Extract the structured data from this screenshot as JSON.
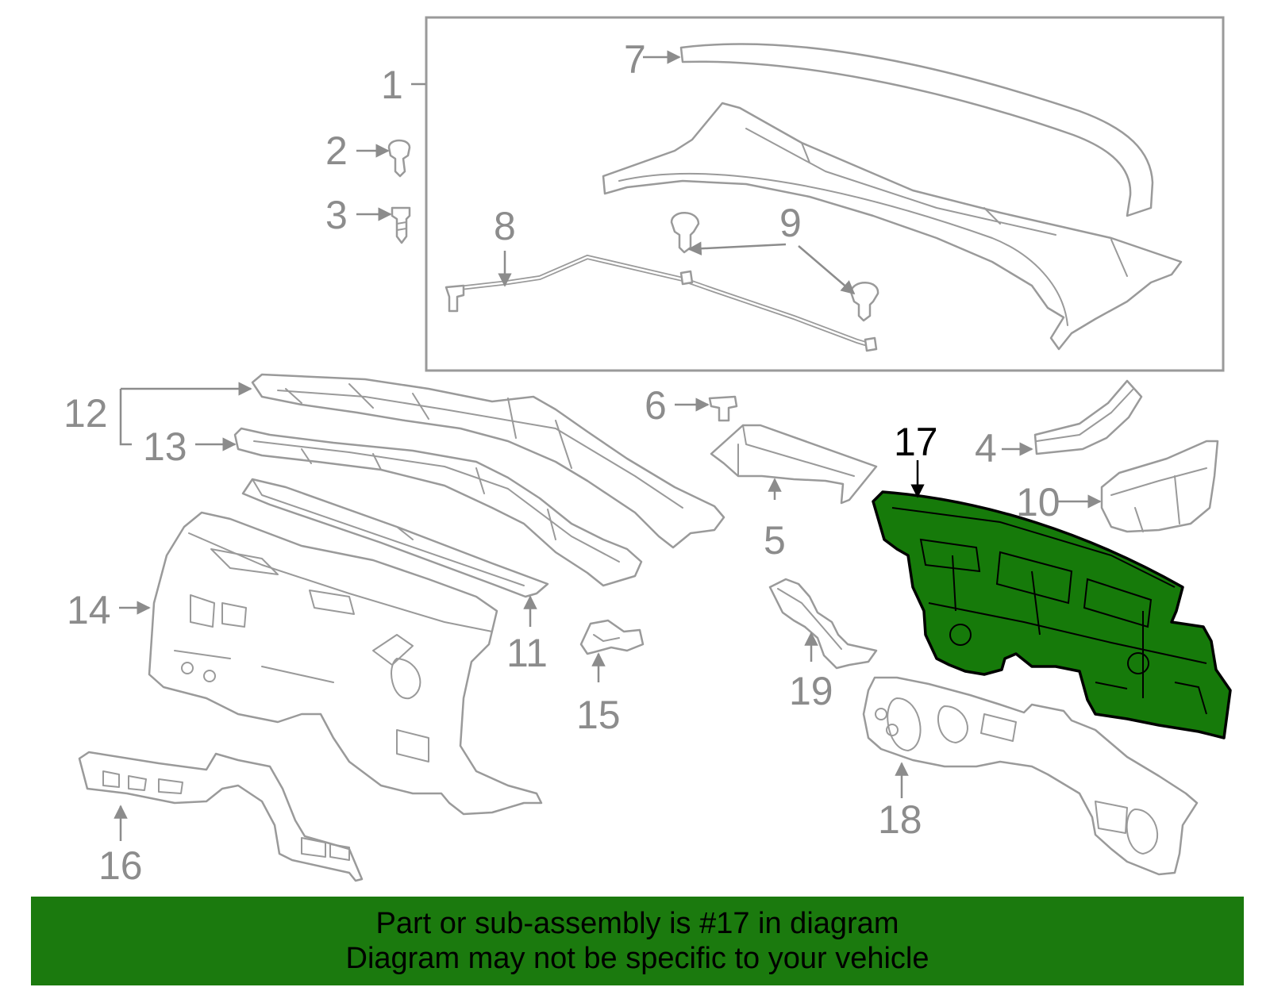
{
  "callouts": [
    {
      "id": "1",
      "text": "1"
    },
    {
      "id": "2",
      "text": "2"
    },
    {
      "id": "3",
      "text": "3"
    },
    {
      "id": "4",
      "text": "4"
    },
    {
      "id": "5",
      "text": "5"
    },
    {
      "id": "6",
      "text": "6"
    },
    {
      "id": "7",
      "text": "7"
    },
    {
      "id": "8",
      "text": "8"
    },
    {
      "id": "9",
      "text": "9"
    },
    {
      "id": "10",
      "text": "10"
    },
    {
      "id": "11",
      "text": "11"
    },
    {
      "id": "12",
      "text": "12"
    },
    {
      "id": "13",
      "text": "13"
    },
    {
      "id": "14",
      "text": "14"
    },
    {
      "id": "15",
      "text": "15"
    },
    {
      "id": "16",
      "text": "16"
    },
    {
      "id": "17",
      "text": "17"
    },
    {
      "id": "18",
      "text": "18"
    },
    {
      "id": "19",
      "text": "19"
    }
  ],
  "highlighted_part": "17",
  "colors": {
    "highlight_fill": "#167a0a",
    "banner_background": "#1b7a0e",
    "part_outline": "#9a9a9a",
    "callout_text": "#8c8c8c"
  },
  "banner": {
    "line1": "Part or sub-assembly is #17 in diagram",
    "line2": "Diagram may not be specific to your vehicle"
  }
}
